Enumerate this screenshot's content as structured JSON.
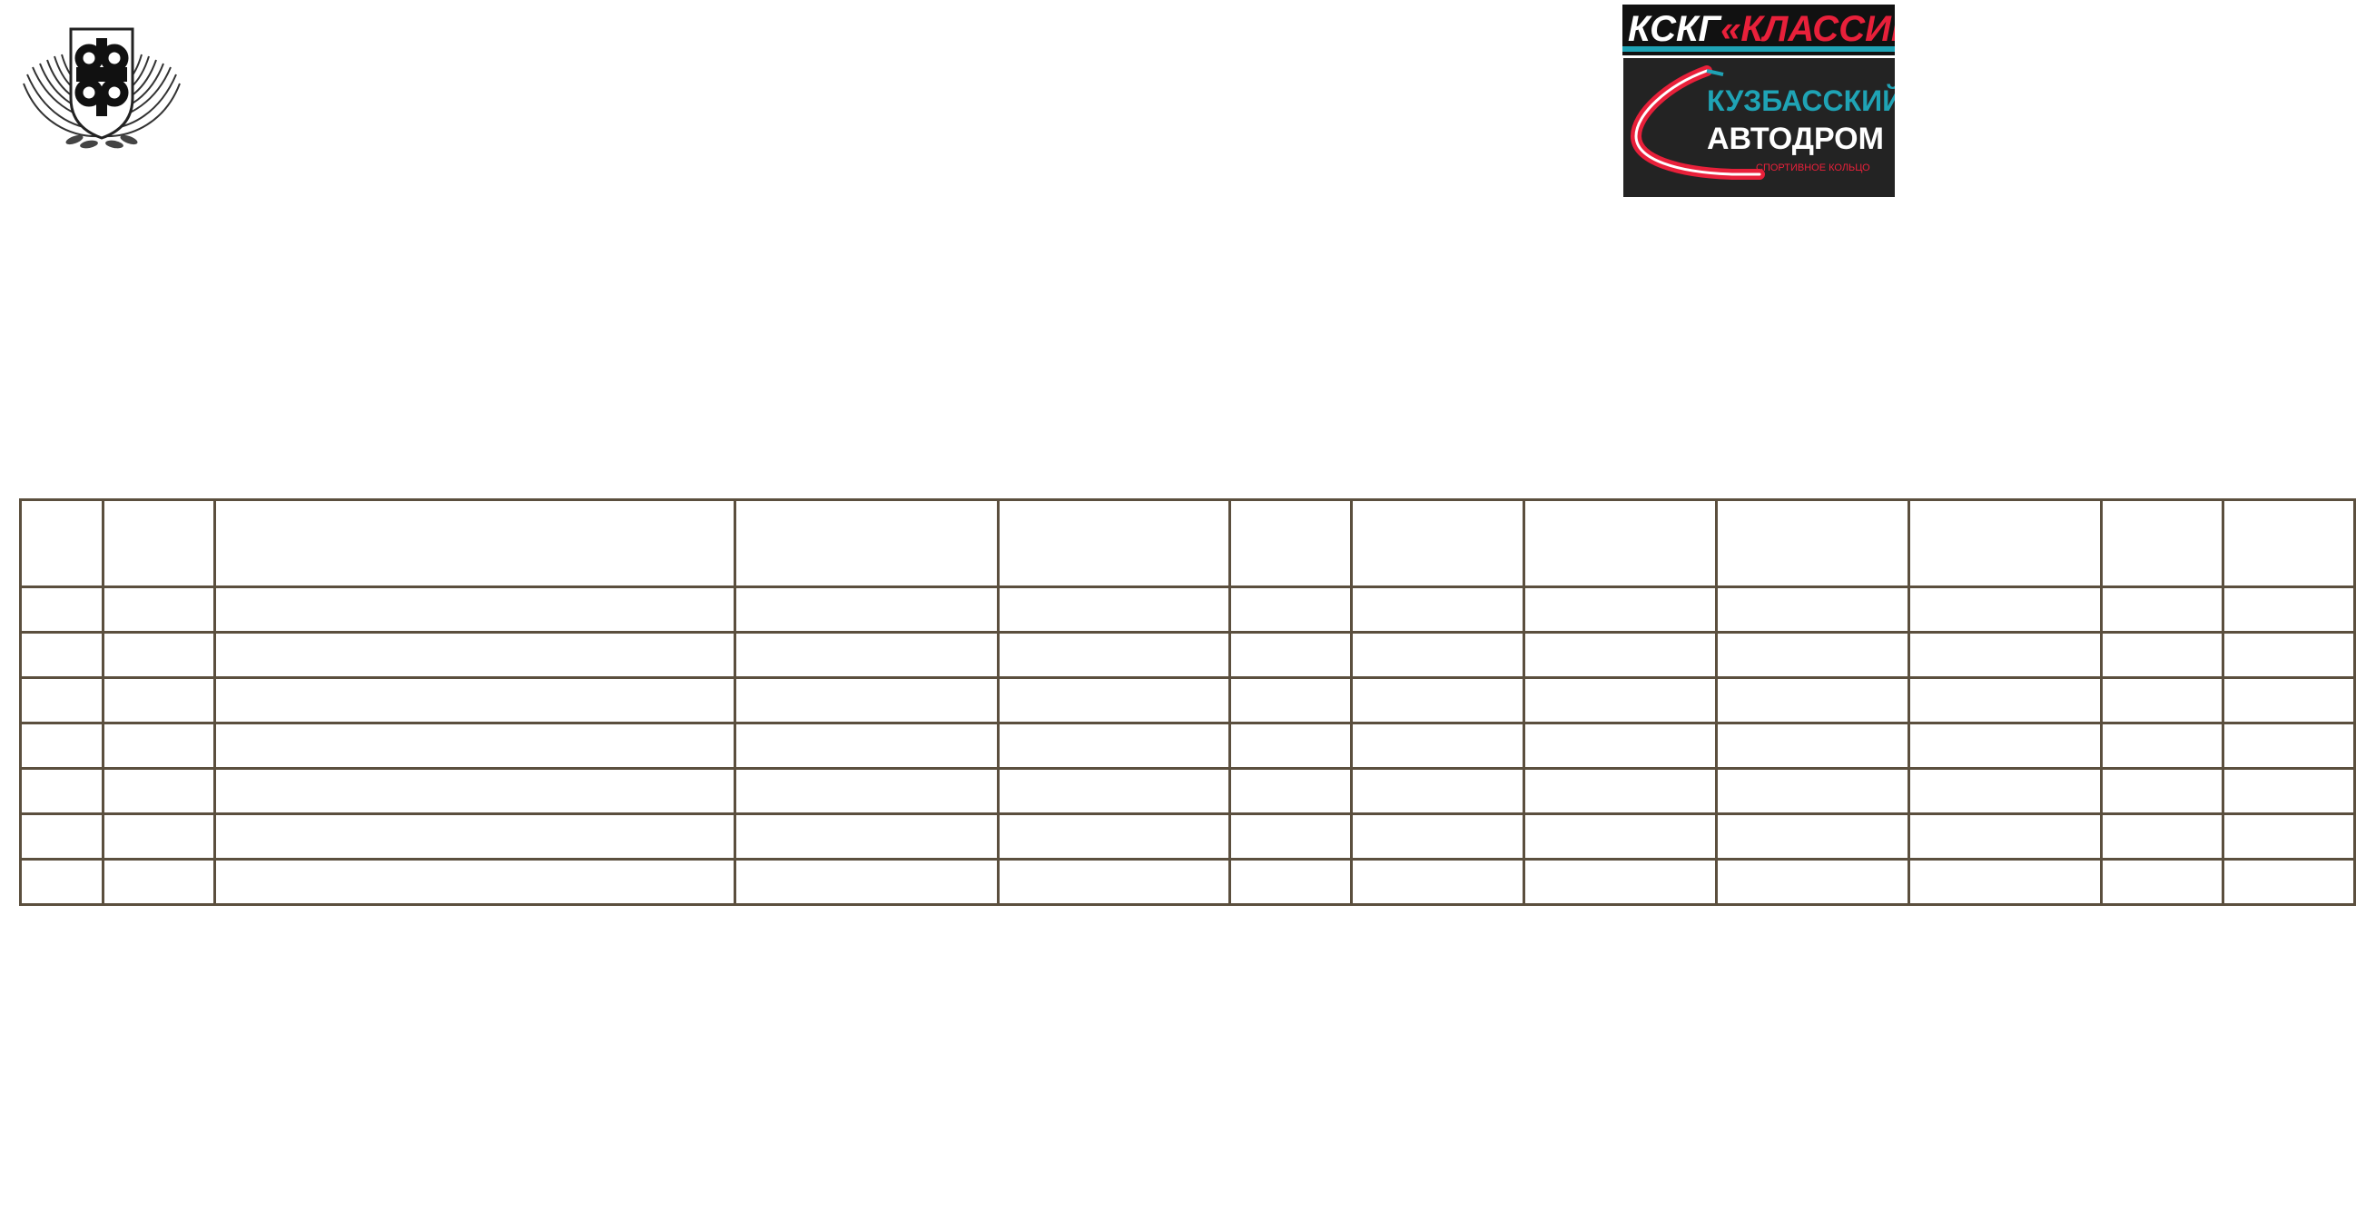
{
  "logos": {
    "left_emblem": {
      "icon": "winged-emblem-icon",
      "monogram": "RAF"
    },
    "kskg": {
      "text": "КСКГ«КЛАССИКА»",
      "colors": {
        "white": "#ffffff",
        "red": "#e8203a",
        "bg": "#111111"
      }
    },
    "autodrom": {
      "line1": "КУЗБАССКИЙ",
      "line2": "АВТОДРОМ",
      "line3": "СПОРТИВНОЕ КОЛЬЦО",
      "colors": {
        "teal": "#1fa3b5",
        "white": "#ffffff",
        "red": "#e8203a",
        "bg": "#232323"
      }
    }
  },
  "table": {
    "columns": 12,
    "header": [
      "",
      "",
      "",
      "",
      "",
      "",
      "",
      "",
      "",
      "",
      "",
      ""
    ],
    "rows": [
      [
        "",
        "",
        "",
        "",
        "",
        "",
        "",
        "",
        "",
        "",
        "",
        ""
      ],
      [
        "",
        "",
        "",
        "",
        "",
        "",
        "",
        "",
        "",
        "",
        "",
        ""
      ],
      [
        "",
        "",
        "",
        "",
        "",
        "",
        "",
        "",
        "",
        "",
        "",
        ""
      ],
      [
        "",
        "",
        "",
        "",
        "",
        "",
        "",
        "",
        "",
        "",
        "",
        ""
      ],
      [
        "",
        "",
        "",
        "",
        "",
        "",
        "",
        "",
        "",
        "",
        "",
        ""
      ],
      [
        "",
        "",
        "",
        "",
        "",
        "",
        "",
        "",
        "",
        "",
        "",
        ""
      ],
      [
        "",
        "",
        "",
        "",
        "",
        "",
        "",
        "",
        "",
        "",
        "",
        ""
      ]
    ],
    "border_color": "#5b4f3e"
  }
}
